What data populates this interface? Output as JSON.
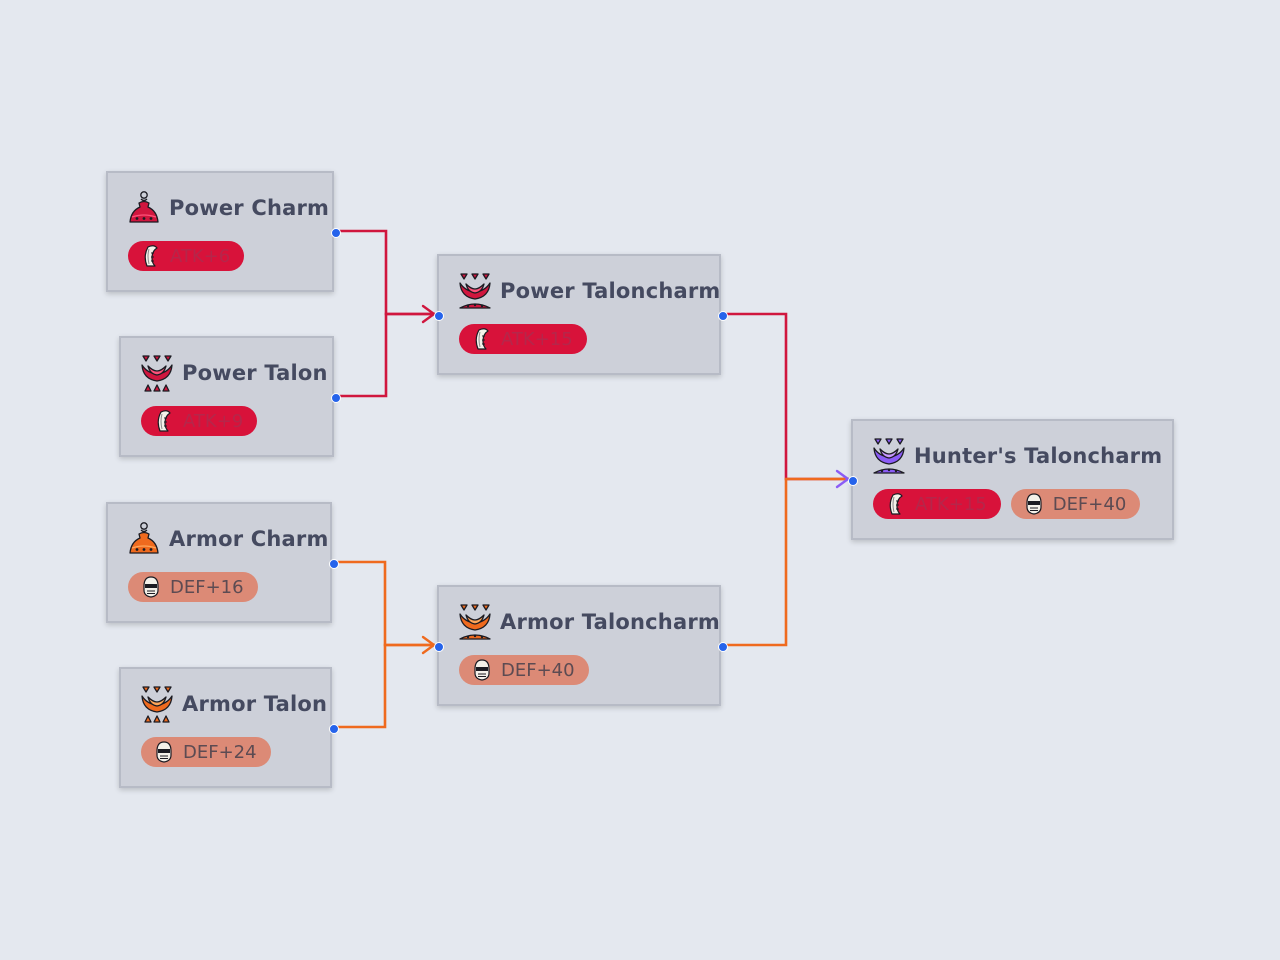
{
  "colors": {
    "power": "#d0163e",
    "armor": "#ef6a1e",
    "hunter": "#8b5cf6",
    "port": "#2563eb",
    "node_bg": "#cdd0d9",
    "atk_badge": "#d8123a",
    "def_badge": "#dc8a76"
  },
  "nodes": {
    "power_charm": {
      "title": "Power Charm",
      "icon": "power-charm-icon",
      "stats": [
        {
          "kind": "atk",
          "icon": "claw-icon",
          "label": "ATK+6"
        }
      ]
    },
    "power_talon": {
      "title": "Power Talon",
      "icon": "power-talon-icon",
      "stats": [
        {
          "kind": "atk",
          "icon": "claw-icon",
          "label": "ATK+9"
        }
      ]
    },
    "armor_charm": {
      "title": "Armor Charm",
      "icon": "armor-charm-icon",
      "stats": [
        {
          "kind": "def",
          "icon": "helmet-icon",
          "label": "DEF+16"
        }
      ]
    },
    "armor_talon": {
      "title": "Armor Talon",
      "icon": "armor-talon-icon",
      "stats": [
        {
          "kind": "def",
          "icon": "helmet-icon",
          "label": "DEF+24"
        }
      ]
    },
    "power_taloncharm": {
      "title": "Power Taloncharm",
      "icon": "power-taloncharm-icon",
      "stats": [
        {
          "kind": "atk",
          "icon": "claw-icon",
          "label": "ATK+15"
        }
      ]
    },
    "armor_taloncharm": {
      "title": "Armor Taloncharm",
      "icon": "armor-taloncharm-icon",
      "stats": [
        {
          "kind": "def",
          "icon": "helmet-icon",
          "label": "DEF+40"
        }
      ]
    },
    "hunters_taloncharm": {
      "title": "Hunter's Taloncharm",
      "icon": "hunters-taloncharm-icon",
      "stats": [
        {
          "kind": "atk",
          "icon": "claw-icon",
          "label": "ATK+15"
        },
        {
          "kind": "def",
          "icon": "helmet-icon",
          "label": "DEF+40"
        }
      ]
    }
  },
  "edges": [
    {
      "from": "power_charm",
      "to": "power_taloncharm",
      "color": "power"
    },
    {
      "from": "power_talon",
      "to": "power_taloncharm",
      "color": "power"
    },
    {
      "from": "armor_charm",
      "to": "armor_taloncharm",
      "color": "armor"
    },
    {
      "from": "armor_talon",
      "to": "armor_taloncharm",
      "color": "armor"
    },
    {
      "from": "power_taloncharm",
      "to": "hunters_taloncharm",
      "color": "power"
    },
    {
      "from": "armor_taloncharm",
      "to": "hunters_taloncharm",
      "color": "armor"
    }
  ]
}
